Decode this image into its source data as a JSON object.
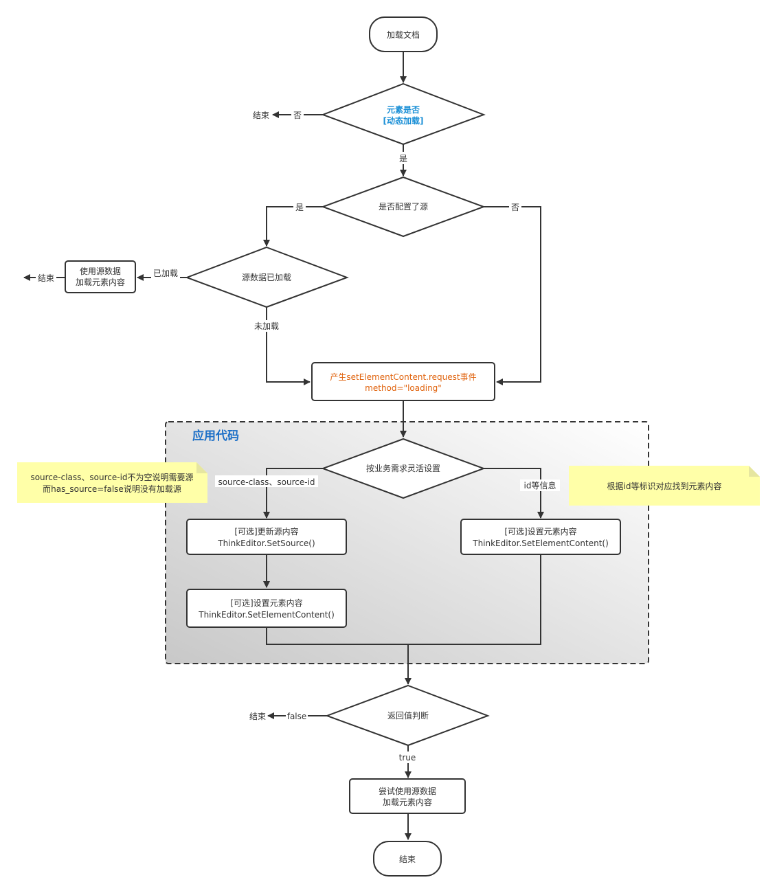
{
  "colors": {
    "stroke": "#333333",
    "highlight_blue": "#1a8fd6",
    "highlight_orange": "#e0620c",
    "group_title": "#1c6fc7",
    "note_fill": "#ffffa8"
  },
  "nodes": {
    "load_doc": "加载文档",
    "dynamic_check_l1": "元素是否",
    "dynamic_check_l2": "[动态加载]",
    "source_configured": "是否配置了源",
    "source_loaded": "源数据已加载",
    "use_source_l1": "使用源数据",
    "use_source_l2": "加载元素内容",
    "event_l1": "产生setElementContent.request事件",
    "event_l2": "method=\"loading\"",
    "business": "按业务需求灵活设置",
    "update_source_l1": "[可选]更新源内容",
    "update_source_l2": "ThinkEditor.SetSource()",
    "set_content_left_l1": "[可选]设置元素内容",
    "set_content_left_l2": "ThinkEditor.SetElementContent()",
    "set_content_right_l1": "[可选]设置元素内容",
    "set_content_right_l2": "ThinkEditor.SetElementContent()",
    "return_check": "返回值判断",
    "try_source_l1": "尝试使用源数据",
    "try_source_l2": "加载元素内容",
    "end_final": "结束"
  },
  "edge_labels": {
    "end_1": "结束",
    "no_1": "否",
    "yes_1": "是",
    "yes_2": "是",
    "no_2": "否",
    "loaded": "已加载",
    "end_2": "结束",
    "not_loaded": "未加载",
    "source_ids": "source-class、source-id",
    "id_info": "id等信息",
    "end_3": "结束",
    "false_label": "false",
    "true_label": "true"
  },
  "group": {
    "title": "应用代码"
  },
  "notes": {
    "left_l1": "source-class、source-id不为空说明需要源",
    "left_l2": "而has_source=false说明没有加载源",
    "right": "根据id等标识对应找到元素内容"
  }
}
